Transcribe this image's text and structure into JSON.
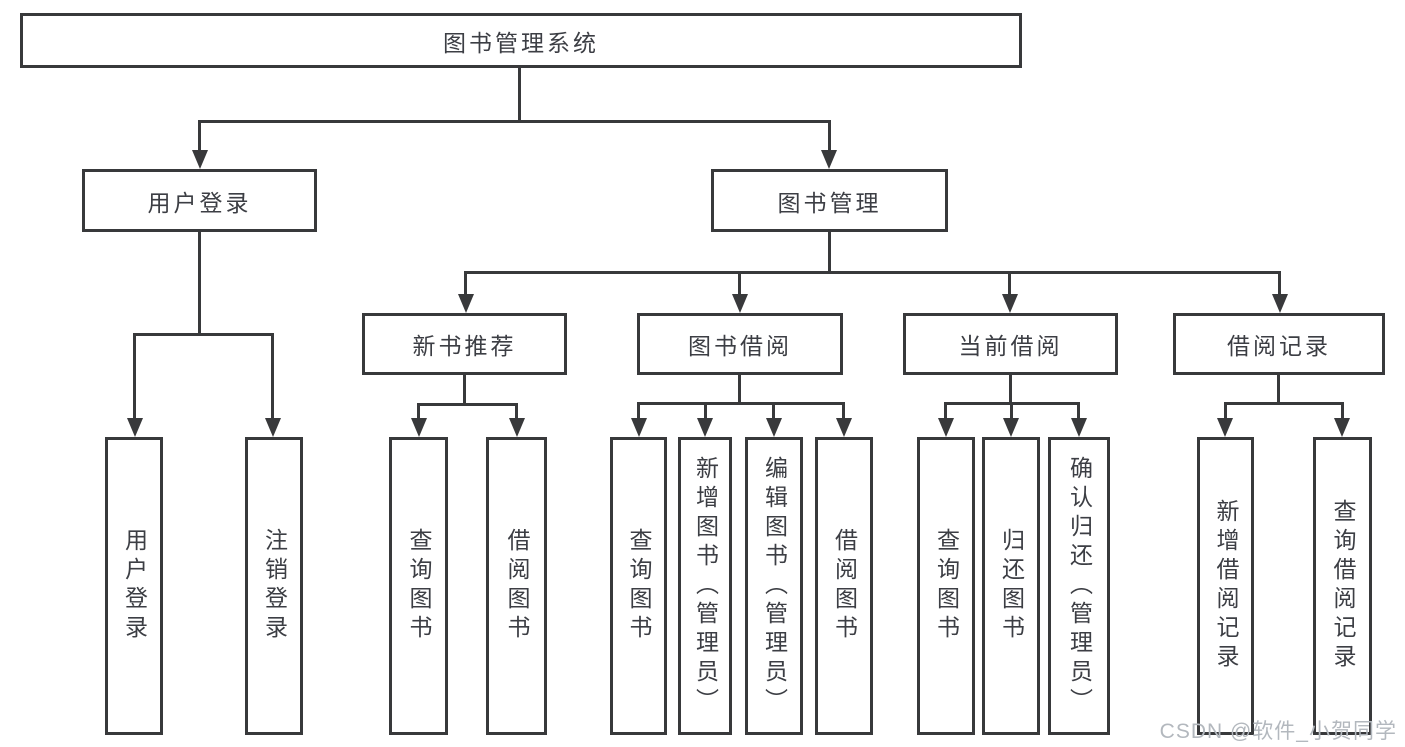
{
  "tree": {
    "label": "图书管理系统",
    "children": [
      {
        "label": "用户登录",
        "children": [
          {
            "label": "用户登录"
          },
          {
            "label": "注销登录"
          }
        ]
      },
      {
        "label": "图书管理",
        "children": [
          {
            "label": "新书推荐",
            "children": [
              {
                "label": "查询图书"
              },
              {
                "label": "借阅图书"
              }
            ]
          },
          {
            "label": "图书借阅",
            "children": [
              {
                "label": "查询图书"
              },
              {
                "label": "新增图书（管理员）"
              },
              {
                "label": "编辑图书（管理员）"
              },
              {
                "label": "借阅图书"
              }
            ]
          },
          {
            "label": "当前借阅",
            "children": [
              {
                "label": "查询图书"
              },
              {
                "label": "归还图书"
              },
              {
                "label": "确认归还（管理员）"
              }
            ]
          },
          {
            "label": "借阅记录",
            "children": [
              {
                "label": "新增借阅记录"
              },
              {
                "label": "查询借阅记录"
              }
            ]
          }
        ]
      }
    ]
  },
  "watermark": "CSDN @软件_小贺同学",
  "colors": {
    "line": "#38393b",
    "text": "#3c3e44",
    "watermark": "#b3b8be"
  }
}
